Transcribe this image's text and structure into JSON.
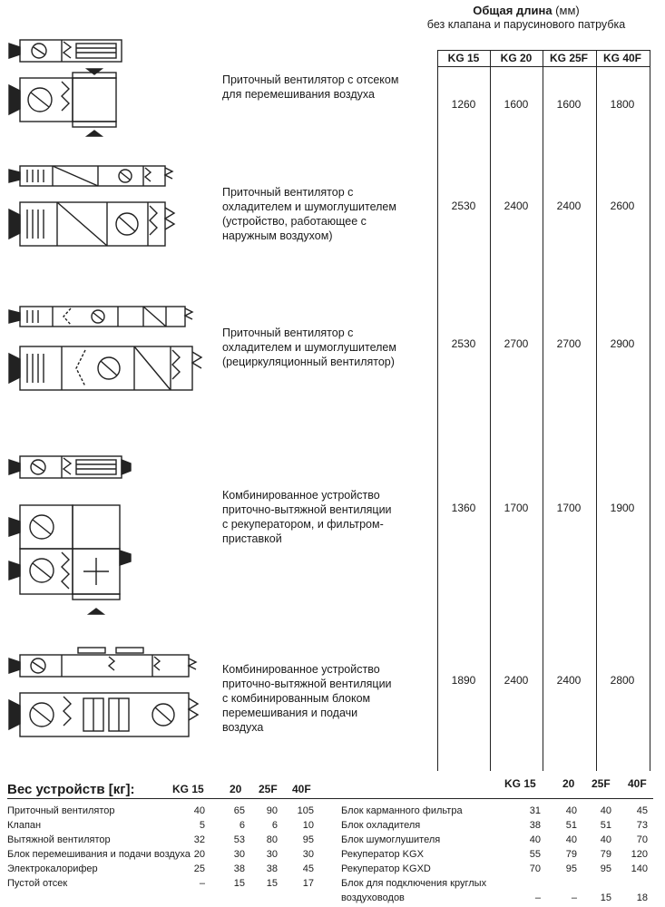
{
  "header": {
    "title_bold": "Общая длина",
    "title_unit": "(мм)",
    "subtitle": "без клапана и парусинового патрубка"
  },
  "columns": [
    "KG 15",
    "KG 20",
    "KG 25F",
    "KG 40F"
  ],
  "rows": [
    {
      "description": [
        "Приточный вентилятор с отсеком",
        "для перемешивания воздуха"
      ],
      "values": [
        "1260",
        "1600",
        "1600",
        "1800"
      ]
    },
    {
      "description": [
        "Приточный вентилятор с",
        "охладителем и шумоглушителем",
        "(устройство, работающее с",
        "наружным воздухом)"
      ],
      "values": [
        "2530",
        "2400",
        "2400",
        "2600"
      ]
    },
    {
      "description": [
        "Приточный вентилятор с",
        "охладителем и шумоглушителем",
        "(рециркуляционный вентилятор)"
      ],
      "values": [
        "2530",
        "2700",
        "2700",
        "2900"
      ]
    },
    {
      "description": [
        "Комбинированное устройство",
        "приточно-вытяжной вентиляции",
        "с рекуператором, и фильтром-",
        "приставкой"
      ],
      "values": [
        "1360",
        "1700",
        "1700",
        "1900"
      ]
    },
    {
      "description": [
        "Комбинированное устройство",
        "приточно-вытяжной вентиляции",
        "с комбинированным блоком",
        "перемешивания и подачи",
        "воздуха"
      ],
      "values": [
        "1890",
        "2400",
        "2400",
        "2800"
      ]
    }
  ],
  "weights": {
    "title": "Вес устройств [кг]:",
    "left_columns": [
      "KG 15",
      "20",
      "25F",
      "40F"
    ],
    "right_columns": [
      "KG 15",
      "20",
      "25F",
      "40F"
    ],
    "left_rows": [
      {
        "label": "Приточный вентилятор",
        "values": [
          "40",
          "65",
          "90",
          "105"
        ]
      },
      {
        "label": "Клапан",
        "values": [
          "5",
          "6",
          "6",
          "10"
        ]
      },
      {
        "label": "Вытяжной вентилятор",
        "values": [
          "32",
          "53",
          "80",
          "95"
        ]
      },
      {
        "label": "Блок перемешивания и подачи воздуха",
        "values": [
          "20",
          "30",
          "30",
          "30"
        ]
      },
      {
        "label": "Электрокалорифер",
        "values": [
          "25",
          "38",
          "38",
          "45"
        ]
      },
      {
        "label": "Пустой отсек",
        "values": [
          "–",
          "15",
          "15",
          "17"
        ]
      }
    ],
    "right_rows": [
      {
        "label": "Блок карманного фильтра",
        "values": [
          "31",
          "40",
          "40",
          "45"
        ]
      },
      {
        "label": "Блок охладителя",
        "values": [
          "38",
          "51",
          "51",
          "73"
        ]
      },
      {
        "label": "Блок шумоглушителя",
        "values": [
          "40",
          "40",
          "40",
          "70"
        ]
      },
      {
        "label": "Рекуператор KGX",
        "values": [
          "55",
          "79",
          "79",
          "120"
        ]
      },
      {
        "label": "Рекуператор KGXD",
        "values": [
          "70",
          "95",
          "95",
          "140"
        ]
      },
      {
        "label": "Блок для подключения круглых",
        "values": [
          "",
          "",
          "",
          ""
        ]
      },
      {
        "label": "воздуховодов",
        "values": [
          "–",
          "–",
          "15",
          "18"
        ]
      }
    ]
  }
}
